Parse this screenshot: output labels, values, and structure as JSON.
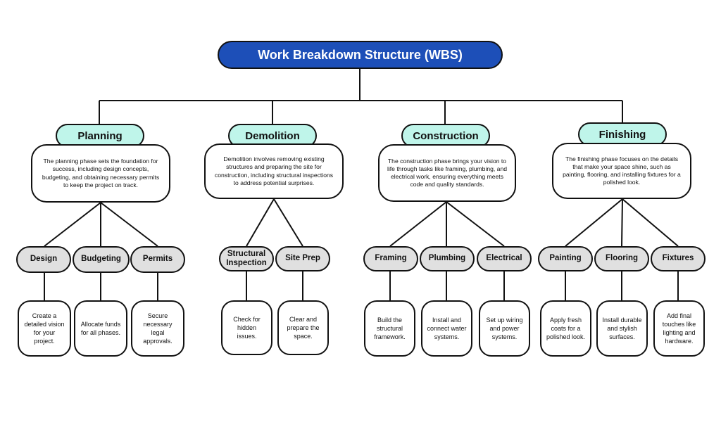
{
  "title": "Work Breakdown Structure (WBS)",
  "colors": {
    "title_bg": "#1d4fb8",
    "phase_bg": "#bff5ea",
    "task_bg": "#e0e0e0"
  },
  "phases": [
    {
      "name": "Planning",
      "description": "The planning phase sets the foundation for success, including design concepts, budgeting, and obtaining necessary permits to keep the project on track.",
      "tasks": [
        {
          "name": "Design",
          "detail": "Create a detailed vision for your project."
        },
        {
          "name": "Budgeting",
          "detail": "Allocate funds for all phases."
        },
        {
          "name": "Permits",
          "detail": "Secure necessary legal approvals."
        }
      ]
    },
    {
      "name": "Demolition",
      "description": "Demolition involves removing existing structures and preparing the site for construction, including structural inspections to address potential surprises.",
      "tasks": [
        {
          "name": "Structural Inspection",
          "detail": "Check for hidden issues."
        },
        {
          "name": "Site Prep",
          "detail": "Clear and prepare the space."
        }
      ]
    },
    {
      "name": "Construction",
      "description": "The construction phase brings your vision to life through tasks like framing, plumbing, and electrical work, ensuring everything meets code and quality standards.",
      "tasks": [
        {
          "name": "Framing",
          "detail": "Build the structural framework."
        },
        {
          "name": "Plumbing",
          "detail": "Install and connect water systems."
        },
        {
          "name": "Electrical",
          "detail": "Set up wiring and power systems."
        }
      ]
    },
    {
      "name": "Finishing",
      "description": "The finishing phase focuses on the details that make your space shine, such as painting, flooring, and installing fixtures for a polished look.",
      "tasks": [
        {
          "name": "Painting",
          "detail": "Apply fresh coats for a polished look."
        },
        {
          "name": "Flooring",
          "detail": "Install durable and stylish surfaces."
        },
        {
          "name": "Fixtures",
          "detail": "Add final touches like lighting and hardware."
        }
      ]
    }
  ]
}
